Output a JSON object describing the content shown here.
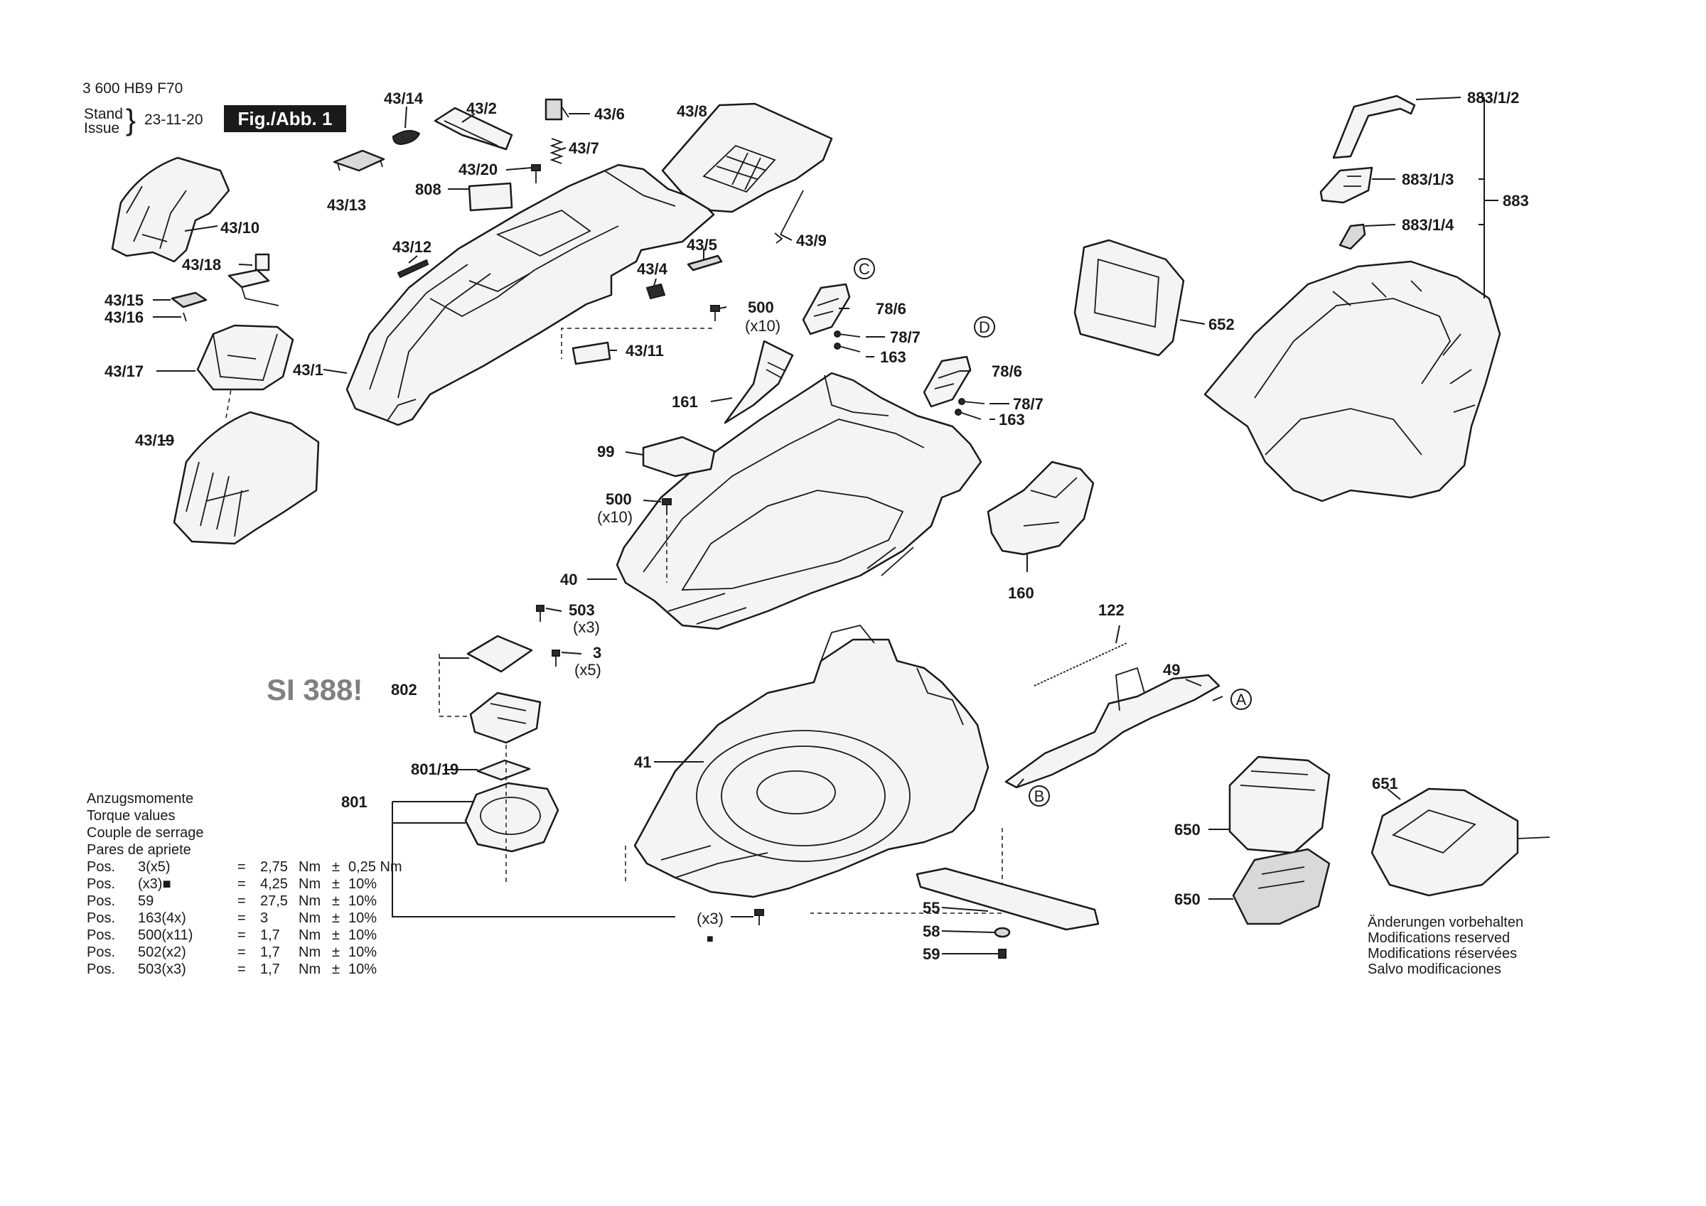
{
  "header": {
    "doc_number": "3 600 HB9 F70",
    "stand_label": "Stand",
    "issue_label": "Issue",
    "date": "23-11-20",
    "fig_label": "Fig./Abb. 1"
  },
  "notice": "SI 388!",
  "torque": {
    "titles": [
      "Anzugsmomente",
      "Torque values",
      "Couple de serrage",
      "Pares de apriete"
    ],
    "rows": [
      {
        "pos": "Pos.",
        "item": "3(x5)",
        "eq": "=",
        "value": "2,75",
        "unit": "Nm",
        "pm": "±",
        "tol": "0,25 Nm"
      },
      {
        "pos": "Pos.",
        "item": "(x3)■",
        "eq": "=",
        "value": "4,25",
        "unit": "Nm",
        "pm": "±",
        "tol": "10%"
      },
      {
        "pos": "Pos.",
        "item": "59",
        "eq": "=",
        "value": "27,5",
        "unit": "Nm",
        "pm": "±",
        "tol": "10%"
      },
      {
        "pos": "Pos.",
        "item": "163(4x)",
        "eq": "=",
        "value": "3",
        "unit": "Nm",
        "pm": "±",
        "tol": "10%"
      },
      {
        "pos": "Pos.",
        "item": "500(x11)",
        "eq": "=",
        "value": "1,7",
        "unit": "Nm",
        "pm": "±",
        "tol": "10%"
      },
      {
        "pos": "Pos.",
        "item": "502(x2)",
        "eq": "=",
        "value": "1,7",
        "unit": "Nm",
        "pm": "±",
        "tol": "10%"
      },
      {
        "pos": "Pos.",
        "item": "503(x3)",
        "eq": "=",
        "value": "1,7",
        "unit": "Nm",
        "pm": "±",
        "tol": "10%"
      }
    ]
  },
  "modifications": [
    "Änderungen vorbehalten",
    "Modifications reserved",
    "Modifications réservées",
    "Salvo modificaciones"
  ],
  "part_labels": {
    "p43_14": "43/14",
    "p43_2": "43/2",
    "p43_6": "43/6",
    "p43_8": "43/8",
    "p43_7": "43/7",
    "p43_20": "43/20",
    "p808": "808",
    "p43_13": "43/13",
    "p43_10": "43/10",
    "p43_12": "43/12",
    "p43_9": "43/9",
    "p43_5": "43/5",
    "p43_18": "43/18",
    "p43_4": "43/4",
    "p43_15": "43/15",
    "p43_16": "43/16",
    "p500a": "500",
    "p500a_qty": "(x10)",
    "p43_11": "43/11",
    "p43_17": "43/17",
    "p43_1": "43/1",
    "p43_19": "43/19",
    "p78_6a": "78/6",
    "p78_7a": "78/7",
    "p163a": "163",
    "p78_6b": "78/6",
    "p78_7b": "78/7",
    "p163b": "163",
    "p161": "161",
    "p99": "99",
    "p500b": "500",
    "p500b_qty": "(x10)",
    "p40": "40",
    "p160": "160",
    "p503": "503",
    "p503_qty": "(x3)",
    "p3": "3",
    "p3_qty": "(x5)",
    "p802": "802",
    "p122": "122",
    "p49": "49",
    "p41": "41",
    "p801_19": "801/19",
    "p801": "801",
    "p651": "651",
    "p650a": "650",
    "p650b": "650",
    "p55": "55",
    "p58": "58",
    "p59": "59",
    "px3": "(x3)",
    "px3_mark": "■",
    "p883_1_2": "883/1/2",
    "p883_1_3": "883/1/3",
    "p883": "883",
    "p883_1_4": "883/1/4",
    "p652": "652",
    "circle_a": "A",
    "circle_b": "B",
    "circle_c": "C",
    "circle_d": "D"
  }
}
